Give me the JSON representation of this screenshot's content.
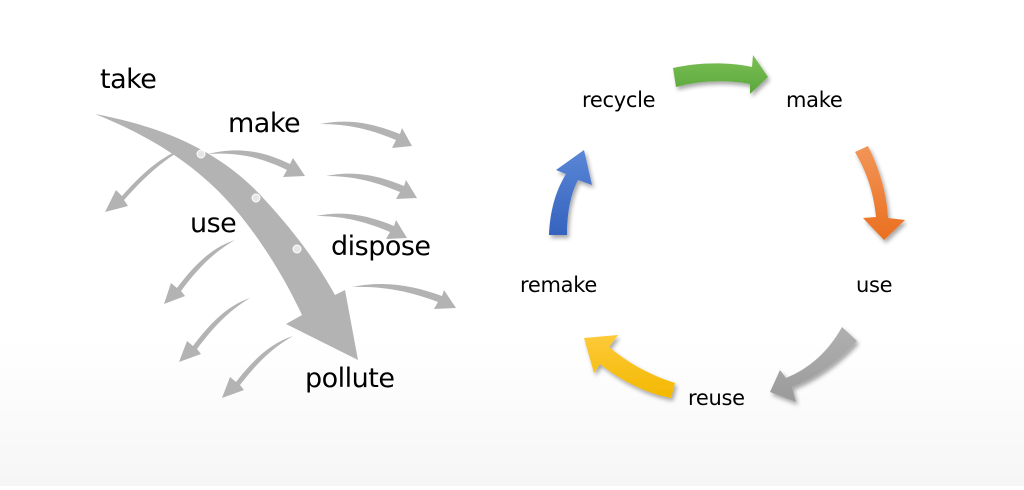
{
  "linear_economy": {
    "labels": {
      "take": "take",
      "make": "make",
      "use": "use",
      "dispose": "dispose",
      "pollute": "pollute"
    },
    "arrow_color": "#b3b3b3",
    "dot_color": "#e6e6e6"
  },
  "circular_economy": {
    "labels": {
      "recycle": "recycle",
      "make": "make",
      "use": "use",
      "reuse": "reuse",
      "remake": "remake"
    },
    "arrows": [
      {
        "from": "recycle",
        "to": "make",
        "color": "#6ab04c",
        "color_dark": "#56a33a"
      },
      {
        "from": "make",
        "to": "use",
        "color": "#f08a3e",
        "color_dark": "#e8732a"
      },
      {
        "from": "use",
        "to": "reuse",
        "color": "#a6a6a6",
        "color_dark": "#999999"
      },
      {
        "from": "reuse",
        "to": "remake",
        "color": "#fcc419",
        "color_dark": "#f2b600"
      },
      {
        "from": "remake",
        "to": "recycle",
        "color": "#4a78cf",
        "color_dark": "#3560b8"
      }
    ]
  }
}
